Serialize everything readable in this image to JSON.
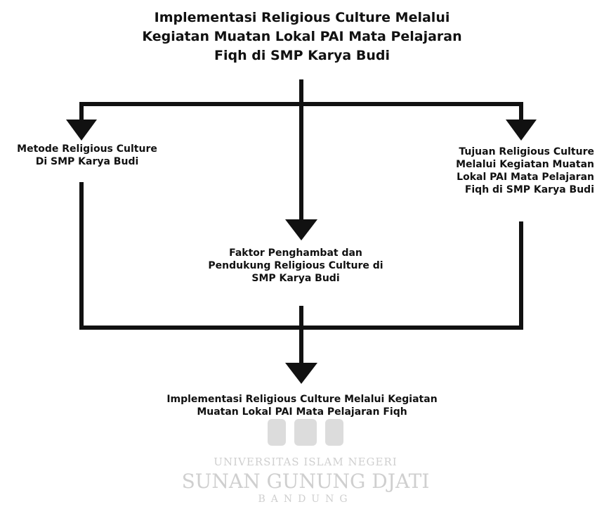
{
  "nodes": {
    "top": [
      "Implementasi Religious Culture Melalui",
      "Kegiatan Muatan Lokal PAI Mata Pelajaran",
      "Fiqh di SMP Karya Budi"
    ],
    "left": [
      "Metode Religious Culture",
      "Di SMP Karya Budi"
    ],
    "right": [
      "Tujuan Religious Culture",
      "Melalui Kegiatan Muatan",
      "Lokal PAI Mata Pelajaran",
      "Fiqh di SMP Karya Budi"
    ],
    "middle": [
      "Faktor Penghambat dan",
      "Pendukung Religious Culture di",
      "SMP Karya Budi"
    ],
    "bottom": [
      "Implementasi Religious Culture Melalui Kegiatan",
      "Muatan Lokal PAI Mata Pelajaran Fiqh"
    ]
  },
  "watermark": {
    "line1": "UNIVERSITAS ISLAM NEGERI",
    "line2": "SUNAN GUNUNG DJATI",
    "line3": "BANDUNG"
  },
  "colors": {
    "line": "#111111",
    "watermark": "#cfcfcf"
  }
}
